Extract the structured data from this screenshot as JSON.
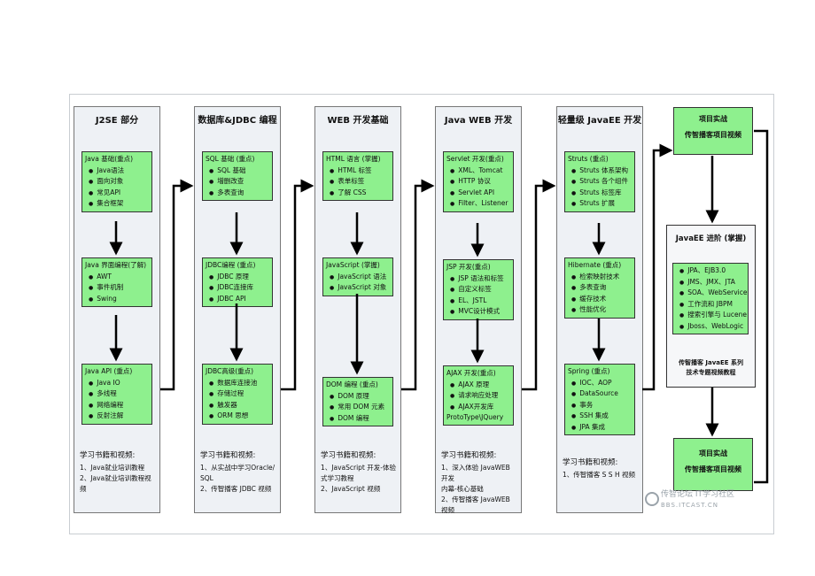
{
  "columns": [
    {
      "title": "J2SE 部分",
      "boxes": [
        {
          "heading": "Java 基础(重点)",
          "items": [
            "Java语法",
            "面向对象",
            "常见API",
            "集合框架"
          ]
        },
        {
          "heading": "Java 界面编程(了解)",
          "items": [
            "AWT",
            "事件机制",
            "Swing"
          ]
        },
        {
          "heading": "Java API (重点)",
          "items": [
            "Java IO",
            "多线程",
            "网络编程",
            "反射注解"
          ]
        }
      ],
      "footer": {
        "heading": "学习书籍和视频:",
        "lines": [
          "1、Java就业培训教程",
          "2、Java就业培训教程视频"
        ]
      }
    },
    {
      "title": "数据库&JDBC 编程",
      "boxes": [
        {
          "heading": "SQL 基础 (重点)",
          "items": [
            "SQL 基础",
            "増删改查",
            "多表查询"
          ]
        },
        {
          "heading": "JDBC编程 (重点)",
          "items": [
            "JDBC 原理",
            "JDBC连接库",
            "JDBC API"
          ]
        },
        {
          "heading": "JDBC高级(重点)",
          "items": [
            "数据库连接池",
            "存储过程",
            "触发器",
            "ORM 思想"
          ]
        }
      ],
      "footer": {
        "heading": "学习书籍和视频:",
        "lines": [
          "1、从实战中学习Oracle/",
          "SQL",
          "2、传智播客 JDBC 视频"
        ]
      }
    },
    {
      "title": "WEB 开发基础",
      "boxes": [
        {
          "heading": "HTML 语言 (掌握)",
          "items": [
            "HTML 标签",
            "表单标签",
            "了解 CSS"
          ]
        },
        {
          "heading": "JavaScript (掌握)",
          "items": [
            "JavaScript 语法",
            "JavaScript 对象"
          ]
        },
        {
          "heading": "DOM 编程 (重点)",
          "items": [
            "DOM 原理",
            "常用 DOM 元素",
            "DOM 编程"
          ]
        }
      ],
      "footer": {
        "heading": "学习书籍和视频:",
        "lines": [
          "1、JavaScript 开发-体验",
          "式学习教程",
          "2、JavaScript 视频"
        ]
      }
    },
    {
      "title": "Java WEB 开发",
      "boxes": [
        {
          "heading": "Servlet 开发(重点)",
          "items": [
            "XML、Tomcat",
            "HTTP 协议",
            "Servlet API",
            "Filter、Listener"
          ]
        },
        {
          "heading": "JSP 开发(重点)",
          "items": [
            "JSP 语法和标签",
            "自定义标签",
            "EL、JSTL",
            "MVC设计模式"
          ]
        },
        {
          "heading": "AJAX 开发(重点)",
          "items": [
            "AJAX 原理",
            "请求响应处理",
            "AJAX开发库"
          ],
          "extra": "ProtoType\\JQuery"
        }
      ],
      "footer": {
        "heading": "学习书籍和视频:",
        "lines": [
          "1、深入体验 JavaWEB 开发",
          "内幕-核心基础",
          "2、传智播客 JavaWEB 视频"
        ]
      }
    },
    {
      "title": "轻量级 JavaEE 开发",
      "boxes": [
        {
          "heading": "Struts (重点)",
          "items": [
            "Struts 体系架构",
            "Struts 各个组件",
            "Struts 标签库",
            "Struts 扩展"
          ]
        },
        {
          "heading": "Hibernate (重点)",
          "items": [
            "检索映射技术",
            "多表查询",
            "缓存技术",
            "性能优化"
          ]
        },
        {
          "heading": "Spring (重点)",
          "items": [
            "IOC、AOP",
            "DataSource",
            "事务",
            "SSH 集成",
            "JPA 集成"
          ]
        }
      ],
      "footer": {
        "heading": "学习书籍和视频:",
        "lines": [
          "1、传智播客 S S H 视频"
        ]
      }
    }
  ],
  "project_top": {
    "line1": "项目实战",
    "line2": "传智播客项目视频"
  },
  "project_bottom": {
    "line1": "项目实战",
    "line2": "传智播客项目视频"
  },
  "javaee_advanced": {
    "title": "JavaEE 进阶 (掌握)",
    "items": [
      "JPA、EJB3.0",
      "JMS、JMX、JTA",
      "SOA、WebService",
      "工作流和 JBPM",
      "搜索引擎与 Lucene",
      "Jboss、WebLogic"
    ],
    "bottom_line1": "传智播客 JavaEE 系列",
    "bottom_line2": "技术专题视频教程"
  },
  "watermark": {
    "line1": "传智论坛 IT学习社区",
    "line2": "BBS.ITCAST.CN"
  },
  "colors": {
    "box_green": "#8ef08e",
    "column_bg": "#eef1f5",
    "arrow": "#000000"
  }
}
